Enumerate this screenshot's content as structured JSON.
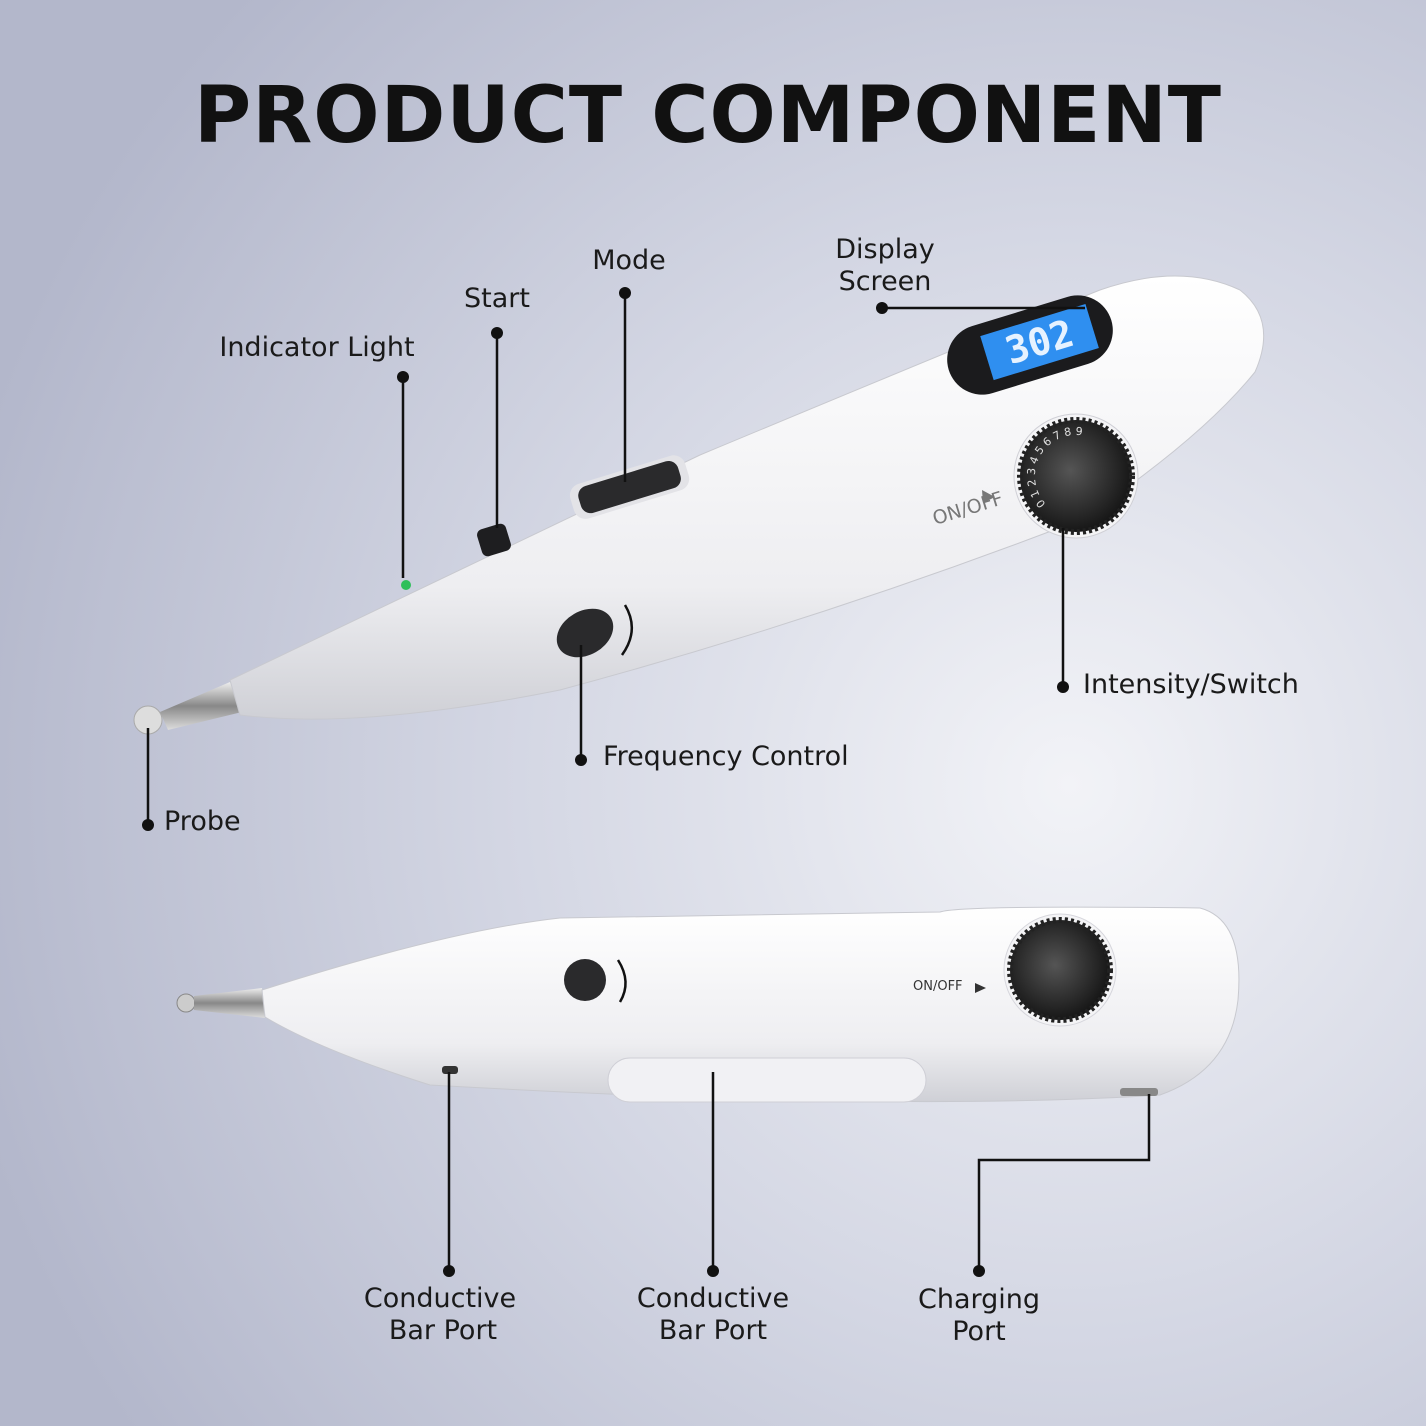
{
  "title": "PRODUCT COMPONENT",
  "top_device": {
    "display_value": "302",
    "on_off_label": "ON/OFF",
    "dial_numbers": "0 1 2 3 4 5 6 7 8 9",
    "labels": {
      "mode": "Mode",
      "start": "Start",
      "indicator_light": "Indicator Light",
      "display_screen_line1": "Display",
      "display_screen_line2": "Screen",
      "intensity_switch": "Intensity/Switch",
      "frequency_control": "Frequency Control",
      "probe": "Probe"
    }
  },
  "bottom_device": {
    "on_off_label": "ON/OFF",
    "labels": {
      "conductive_bar_port_1_line1": "Conductive",
      "conductive_bar_port_1_line2": "Bar Port",
      "conductive_bar_port_2_line1": "Conductive",
      "conductive_bar_port_2_line2": "Bar Port",
      "charging_port_line1": "Charging",
      "charging_port_line2": "Port"
    }
  },
  "colors": {
    "screen": "#2f8ff0",
    "indicator": "#2fbf5a",
    "background": "#c3c7d8"
  }
}
